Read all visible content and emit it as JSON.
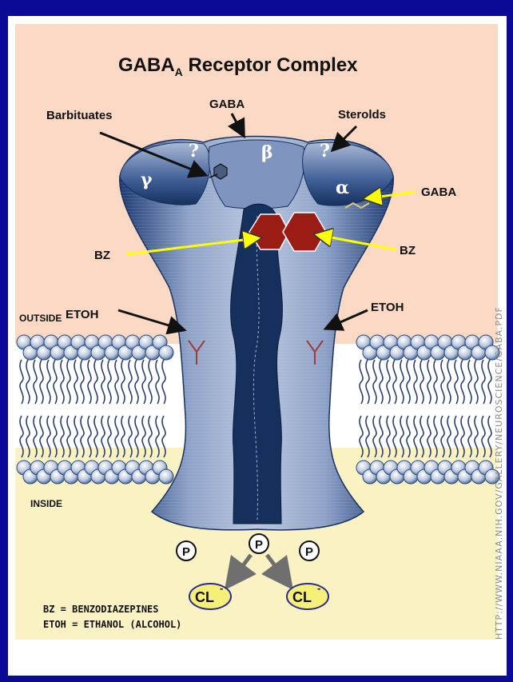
{
  "title": {
    "main": "GABA",
    "sub": "A",
    "rest": " Receptor Complex"
  },
  "labels": {
    "barbituates": "Barbituates",
    "gaba_top": "GABA",
    "steroids": "Sterolds",
    "gaba_right": "GABA",
    "bz_left": "BZ",
    "bz_right": "BZ",
    "outside": "OUTSIDE",
    "etoh_left": "ETOH",
    "etoh_right": "ETOH",
    "inside": "INSIDE"
  },
  "subunits": {
    "gamma": "γ",
    "beta": "β",
    "alpha": "α",
    "q_left": "?",
    "q_right": "?"
  },
  "phosphate": "P",
  "ion": {
    "main": "CL",
    "sup": "-"
  },
  "legend": [
    "BZ = BENZODIAZEPINES",
    "ETOH = ETHANOL (ALCOHOL)"
  ],
  "source_url": "HTTP://WWW.NIAAA.NIH.GOV/GALLERY/NEUROSCIENCE/GABA.PDF",
  "colors": {
    "background": "#0b0a96",
    "outside": "#fbd9c4",
    "inside": "#fbf2c4",
    "receptor": "#3c5c92",
    "channel": "#16305e",
    "bz_site": "#9b1b15",
    "arrow_yellow": "#ffff00"
  }
}
